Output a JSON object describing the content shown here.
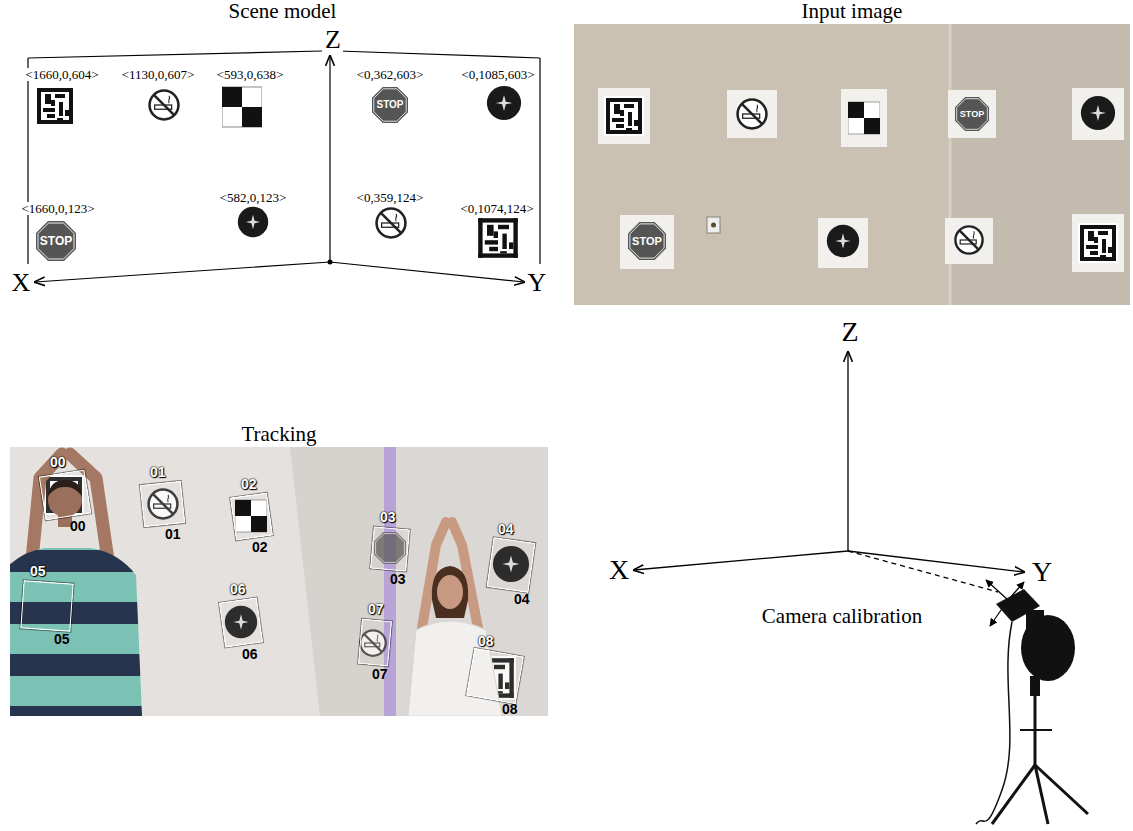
{
  "diagram": {
    "nodes": [
      {
        "text": [
          "Scene model"
        ]
      },
      {
        "text": [
          "Input image"
        ]
      },
      {
        "text": [
          "Tracking"
        ]
      },
      {
        "text": [
          "00",
          "00"
        ],
        "in": 2
      },
      {
        "text": [
          "01",
          "01"
        ],
        "in": 2
      },
      {
        "text": [
          "02",
          "02"
        ],
        "in": 2
      },
      {
        "text": [
          "03",
          "03"
        ],
        "in": 2
      },
      {
        "text": [
          "04",
          "04"
        ],
        "in": 2
      },
      {
        "text": [
          "05",
          "05"
        ],
        "in": 2
      },
      {
        "text": [
          "06",
          "06"
        ],
        "in": 2
      },
      {
        "text": [
          "07",
          "07"
        ],
        "in": 2
      },
      {
        "text": [
          "08",
          "08"
        ],
        "in": 2
      }
    ],
    "labels": [
      "<1660,0,604>",
      "<1130,0,607>",
      "<593,0,638>",
      "<0,362,603>",
      "<0,1085,603>",
      "<1660,0,123>",
      "<582,0,123>",
      "<0,359,124>",
      "<0,1074,124>",
      "X",
      "Y",
      "Z",
      "STOP",
      "STOP",
      "STOP",
      "STOP",
      "Z",
      "X",
      "Y",
      "Camera calibration"
    ]
  }
}
